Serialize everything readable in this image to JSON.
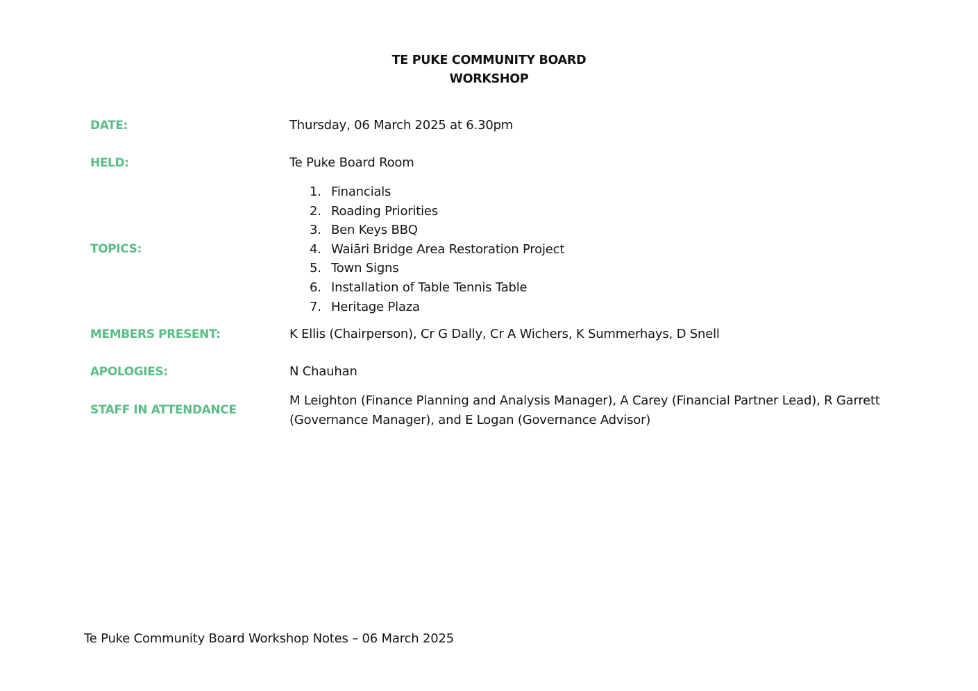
{
  "header": {
    "title_line1": "TE PUKE COMMUNITY BOARD",
    "title_line2": "WORKSHOP"
  },
  "fields": {
    "date": {
      "label": "DATE:",
      "value": "Thursday, 06 March 2025 at 6.30pm"
    },
    "held": {
      "label": "HELD:",
      "value": "Te Puke Board Room"
    },
    "topics": {
      "label": "TOPICS:",
      "items": [
        {
          "num": "1.",
          "text": "Financials"
        },
        {
          "num": "2.",
          "text": "Roading Priorities"
        },
        {
          "num": "3.",
          "text": "Ben Keys BBQ"
        },
        {
          "num": "4.",
          "text": "Waiāri Bridge Area Restoration Project"
        },
        {
          "num": "5.",
          "text": "Town Signs"
        },
        {
          "num": "6.",
          "text": "Installation of Table Tennis Table"
        },
        {
          "num": "7.",
          "text": "Heritage Plaza"
        }
      ]
    },
    "members_present": {
      "label": "MEMBERS PRESENT:",
      "value": "K Ellis (Chairperson), Cr G Dally, Cr A Wichers, K Summerhays, D Snell"
    },
    "apologies": {
      "label": "APOLOGIES:",
      "value": "N Chauhan"
    },
    "staff": {
      "label": "STAFF IN ATTENDANCE",
      "value": "M Leighton (Finance Planning and Analysis Manager), A Carey (Financial Partner Lead), R Garrett (Governance Manager), and E Logan (Governance Advisor)"
    }
  },
  "footer": {
    "text": "Te Puke Community Board Workshop Notes – 06 March 2025"
  },
  "colors": {
    "label_green": "#5bbd86",
    "text": "#141414"
  }
}
